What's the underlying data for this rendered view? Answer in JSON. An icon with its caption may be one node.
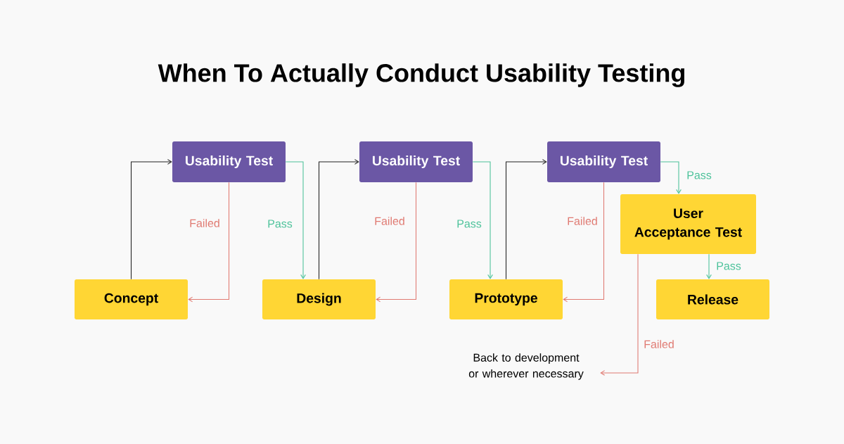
{
  "diagram": {
    "title": "When To Actually Conduct Usability Testing",
    "nodes": [
      {
        "text": [
          "Usability Test"
        ]
      },
      {
        "text": [
          "Usability Test"
        ]
      },
      {
        "text": [
          "Usability Test"
        ]
      },
      {
        "text": [
          "User Acceptance Test"
        ]
      },
      {
        "text": [
          "Concept"
        ]
      },
      {
        "text": [
          "Design"
        ]
      },
      {
        "text": [
          "Prototype"
        ]
      },
      {
        "text": [
          "Release"
        ]
      },
      {
        "text": [
          "Back to development or wherever necessary"
        ]
      }
    ],
    "edges": [
      {
        "from": 4,
        "to": 0,
        "arrow": "to",
        "color": "#222222"
      },
      {
        "from": 0,
        "to": 4,
        "arrow": "to",
        "label": "Failed",
        "color": "#e07a72"
      },
      {
        "from": 0,
        "to": 5,
        "arrow": "to",
        "label": "Pass",
        "color": "#4cc29a"
      },
      {
        "from": 5,
        "to": 1,
        "arrow": "to",
        "color": "#222222"
      },
      {
        "from": 1,
        "to": 5,
        "arrow": "to",
        "label": "Failed",
        "color": "#e07a72"
      },
      {
        "from": 1,
        "to": 6,
        "arrow": "to",
        "label": "Pass",
        "color": "#4cc29a"
      },
      {
        "from": 6,
        "to": 2,
        "arrow": "to",
        "color": "#222222"
      },
      {
        "from": 2,
        "to": 6,
        "arrow": "to",
        "label": "Failed",
        "color": "#e07a72"
      },
      {
        "from": 2,
        "to": 3,
        "arrow": "to",
        "label": "Pass",
        "color": "#4cc29a"
      },
      {
        "from": 3,
        "to": 7,
        "arrow": "to",
        "label": "Pass",
        "color": "#4cc29a"
      },
      {
        "from": 3,
        "to": 8,
        "arrow": "to",
        "label": "Failed",
        "color": "#e07a72"
      }
    ]
  }
}
